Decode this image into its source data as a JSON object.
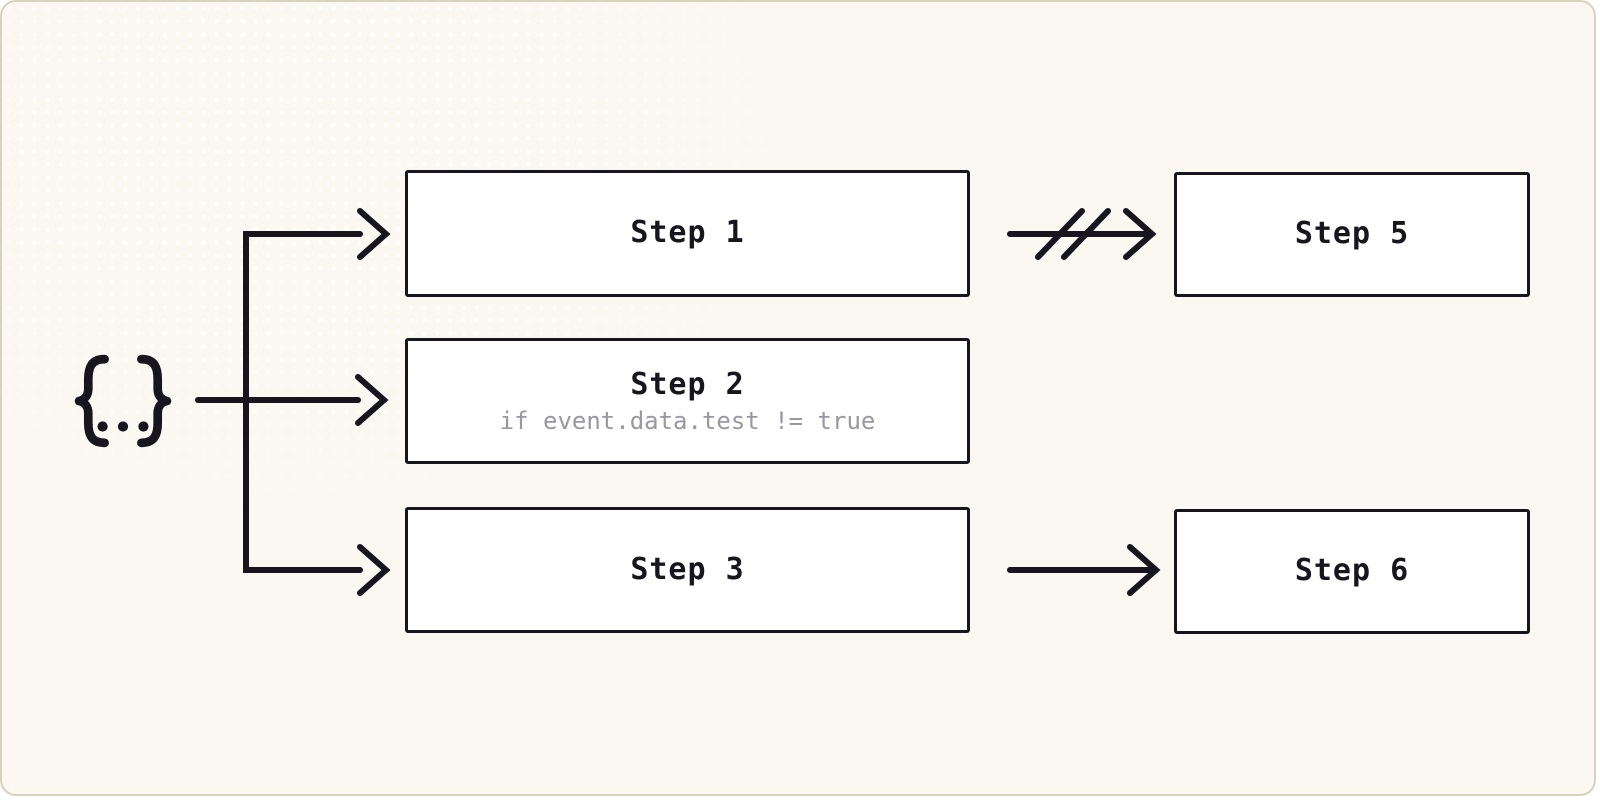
{
  "card": {
    "background_color": "#FAF8F1",
    "border_color": "#D8D3BC",
    "line_color": "#17161F",
    "subtitle_color": "#9A97A2"
  },
  "source": {
    "icon": "curly-braces-ellipsis-icon",
    "label": "{...}"
  },
  "steps": [
    {
      "title": "Step 1",
      "subtitle": ""
    },
    {
      "title": "Step 2",
      "subtitle": "if event.data.test != true"
    },
    {
      "title": "Step 3",
      "subtitle": ""
    },
    {
      "title": "Step 5",
      "subtitle": ""
    },
    {
      "title": "Step 6",
      "subtitle": ""
    }
  ],
  "edges": [
    {
      "from": "source",
      "to": "Step 1",
      "style": "arrow"
    },
    {
      "from": "source",
      "to": "Step 2",
      "style": "arrow"
    },
    {
      "from": "source",
      "to": "Step 3",
      "style": "arrow"
    },
    {
      "from": "Step 1",
      "to": "Step 5",
      "style": "cancelled-arrow"
    },
    {
      "from": "Step 3",
      "to": "Step 6",
      "style": "arrow"
    }
  ]
}
